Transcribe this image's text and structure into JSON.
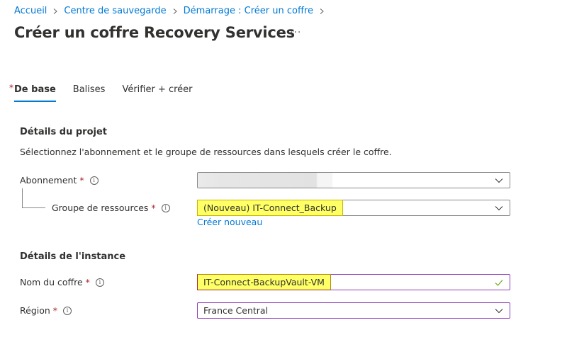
{
  "breadcrumb": {
    "items": [
      {
        "label": "Accueil"
      },
      {
        "label": "Centre de sauvegarde"
      },
      {
        "label": "Démarrage : Créer un coffre"
      }
    ]
  },
  "header": {
    "title": "Créer un coffre Recovery Services",
    "more_label": "···"
  },
  "tabs": [
    {
      "label": "De base",
      "required_marker": "*",
      "active": true
    },
    {
      "label": "Balises",
      "active": false
    },
    {
      "label": "Vérifier + créer",
      "active": false
    }
  ],
  "project": {
    "section_title": "Détails du projet",
    "description": "Sélectionnez l'abonnement et le groupe de ressources dans lesquels créer le coffre.",
    "subscription": {
      "label": "Abonnement",
      "required": "*",
      "info": "i",
      "value": ""
    },
    "resource_group": {
      "label": "Groupe de ressources",
      "required": "*",
      "info": "i",
      "value": "(Nouveau) IT-Connect_Backup",
      "create_new_label": "Créer nouveau"
    }
  },
  "instance": {
    "section_title": "Détails de l'instance",
    "vault_name": {
      "label": "Nom du coffre",
      "required": "*",
      "info": "i",
      "value": "IT-Connect-BackupVault-VM",
      "valid": true
    },
    "region": {
      "label": "Région",
      "required": "*",
      "info": "i",
      "value": "France Central"
    }
  },
  "colors": {
    "accent": "#0078d4",
    "required": "#a4262c",
    "focus_border": "#8e3dba",
    "highlight": "#ffff66",
    "valid_check": "#57a300"
  }
}
